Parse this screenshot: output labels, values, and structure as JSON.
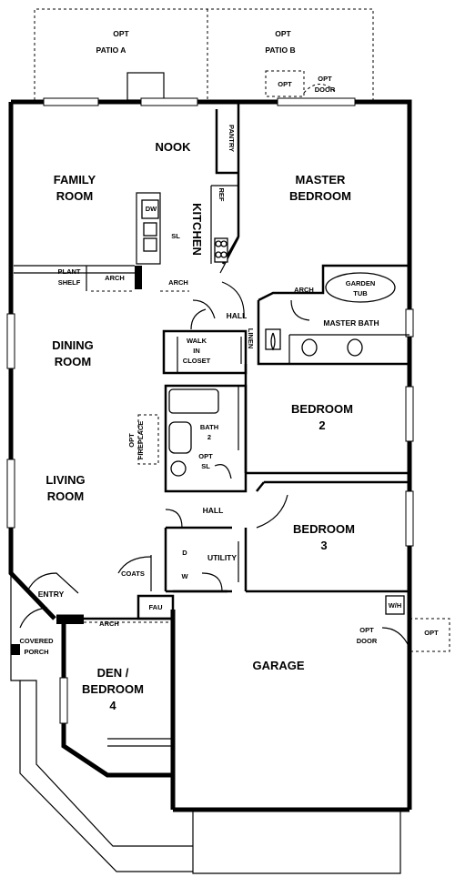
{
  "rooms": {
    "patio_a": [
      "OPT",
      "PATIO A"
    ],
    "patio_b": [
      "OPT",
      "PATIO B"
    ],
    "opt_door_top": [
      "OPT",
      "OPT",
      "DOOR"
    ],
    "nook": "NOOK",
    "pantry": "PANTRY",
    "family_room": [
      "FAMILY",
      "ROOM"
    ],
    "master_bedroom": [
      "MASTER",
      "BEDROOM"
    ],
    "kitchen": "KITCHEN",
    "dw": "DW",
    "sl": "SL",
    "ref": "REF",
    "plant_shelf": [
      "PLANT",
      "SHELF"
    ],
    "arch": "ARCH",
    "hall": "HALL",
    "garden_tub": [
      "GARDEN",
      "TUB"
    ],
    "master_bath": "MASTER BATH",
    "dining_room": [
      "DINING",
      "ROOM"
    ],
    "walk_in_closet": [
      "WALK",
      "IN",
      "CLOSET"
    ],
    "linen": "LINEN",
    "bedroom_2": [
      "BEDROOM",
      "2"
    ],
    "bath_2": [
      "BATH",
      "2"
    ],
    "opt_fireplace": [
      "OPT",
      "FIREPLACE"
    ],
    "opt_sl": [
      "OPT",
      "SL"
    ],
    "living_room": [
      "LIVING",
      "ROOM"
    ],
    "bedroom_3": [
      "BEDROOM",
      "3"
    ],
    "coats": "COATS",
    "utility": "UTILITY",
    "d": "D",
    "w": "W",
    "entry": "ENTRY",
    "fau": "FAU",
    "wh": "W/H",
    "opt_door_garage": [
      "OPT",
      "DOOR"
    ],
    "opt_garage": "OPT",
    "covered_porch": [
      "COVERED",
      "PORCH"
    ],
    "den": [
      "DEN /",
      "BEDROOM",
      "4"
    ],
    "garage": "GARAGE"
  }
}
